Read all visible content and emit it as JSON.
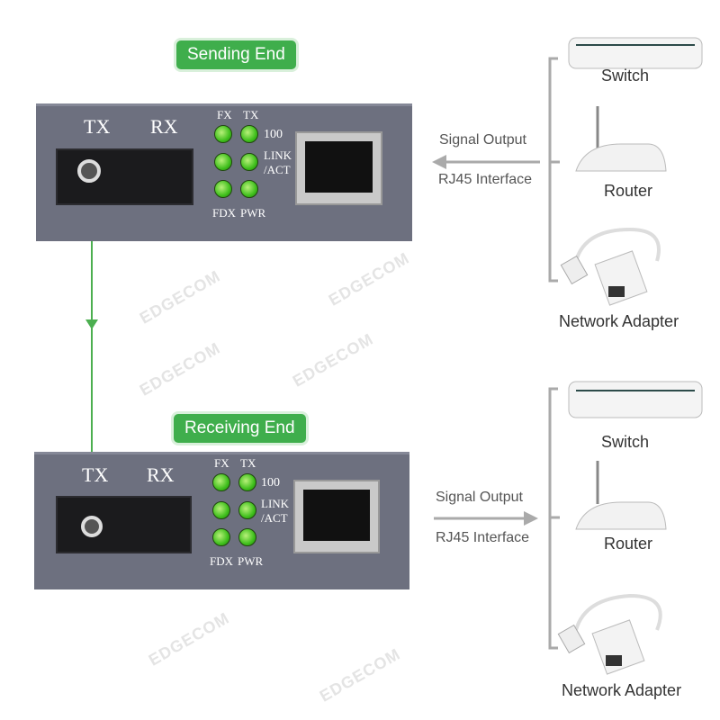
{
  "watermark": "EDGECOM",
  "sending": {
    "badge": "Sending End",
    "tx": "TX",
    "rx": "RX",
    "led_fx": "FX",
    "led_tx": "TX",
    "led_100": "100",
    "led_link": "LINK",
    "led_act": "/ACT",
    "led_fdx": "FDX",
    "led_pwr": "PWR"
  },
  "receiving": {
    "badge": "Receiving End",
    "tx": "TX",
    "rx": "RX",
    "led_fx": "FX",
    "led_tx": "TX",
    "led_100": "100",
    "led_link": "LINK",
    "led_act": "/ACT",
    "led_fdx": "FDX",
    "led_pwr": "PWR"
  },
  "top_side": {
    "signal": "Signal Output",
    "interface": "RJ45 Interface",
    "devices": [
      "Switch",
      "Router",
      "Network Adapter"
    ]
  },
  "bottom_side": {
    "signal": "Signal Output",
    "interface": "RJ45 Interface",
    "devices": [
      "Switch",
      "Router",
      "Network Adapter"
    ]
  },
  "colors": {
    "accent": "#3fae4c",
    "device": "#6d707f",
    "led": "#3fbf1c"
  }
}
